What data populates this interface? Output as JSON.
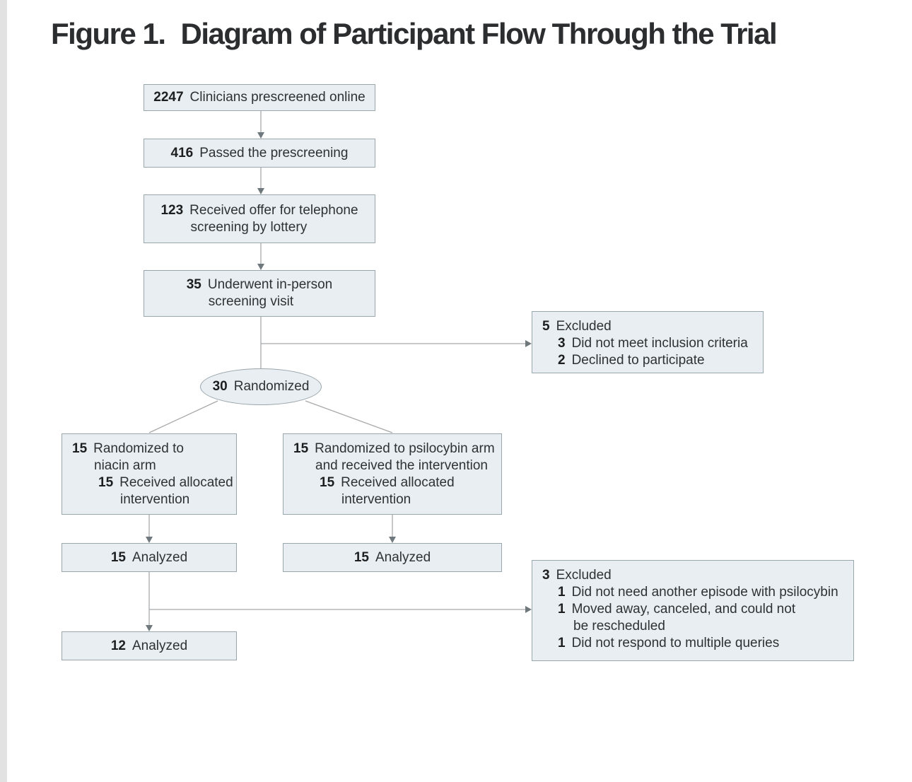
{
  "page": {
    "title_prefix": "Figure 1.",
    "title_rest": "Diagram of Participant Flow Through the Trial"
  },
  "colors": {
    "box_fill": "#e8eef1",
    "box_border": "#99a6ab",
    "connector_line": "#a6a9aa",
    "arrowhead": "#6f787c",
    "text": "#2f3234",
    "title": "#2b2d2f",
    "left_strip": "#e2e2e2"
  },
  "nodes": {
    "prescreened": {
      "num": "2247",
      "label": "Clinicians prescreened online"
    },
    "passed": {
      "num": "416",
      "label": "Passed the prescreening"
    },
    "telephone": {
      "num": "123",
      "line1": "Received offer for telephone",
      "line2": "screening by lottery"
    },
    "inperson": {
      "num": "35",
      "line1": "Underwent in-person",
      "line2": "screening visit"
    },
    "excluded1": {
      "num": "5",
      "label": "Excluded",
      "items": [
        {
          "num": "3",
          "text": "Did not meet inclusion criteria"
        },
        {
          "num": "2",
          "text": "Declined to participate"
        }
      ]
    },
    "randomized": {
      "num": "30",
      "label": "Randomized"
    },
    "niacin": {
      "num": "15",
      "line1": "Randomized to",
      "line2": "niacin arm",
      "sub_num": "15",
      "sub_line1": "Received allocated",
      "sub_line2": "intervention"
    },
    "psilocybin": {
      "num": "15",
      "line1": "Randomized to psilocybin arm",
      "line2": "and received the intervention",
      "sub_num": "15",
      "sub_line1": "Received allocated",
      "sub_line2": "intervention"
    },
    "analyzed_niacin": {
      "num": "15",
      "label": "Analyzed"
    },
    "analyzed_psilocybin": {
      "num": "15",
      "label": "Analyzed"
    },
    "excluded2": {
      "num": "3",
      "label": "Excluded",
      "items": [
        {
          "num": "1",
          "text": "Did not need another episode with psilocybin"
        },
        {
          "num": "1",
          "text": "Moved away, canceled, and could not",
          "text2": "be rescheduled"
        },
        {
          "num": "1",
          "text": "Did not respond to multiple queries"
        }
      ]
    },
    "analyzed12": {
      "num": "12",
      "label": "Analyzed"
    }
  }
}
